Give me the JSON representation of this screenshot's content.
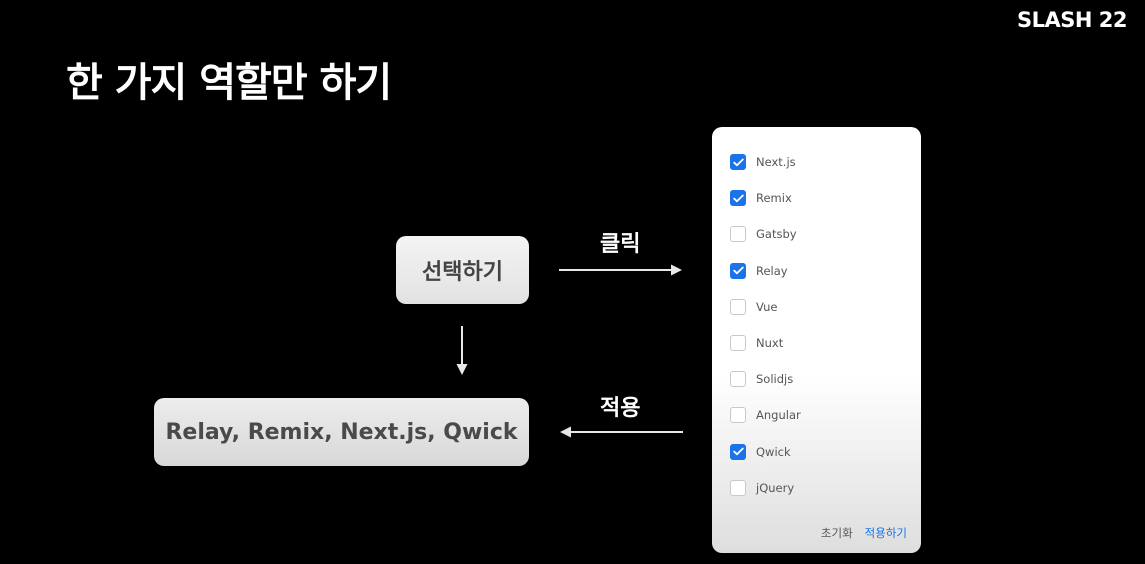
{
  "brand": "SLASH 22",
  "title": "한 가지 역할만 하기",
  "diagram": {
    "select_box": "선택하기",
    "result_box": "Relay, Remix, Next.js, Qwick",
    "click_label": "클릭",
    "apply_label": "적용"
  },
  "panel": {
    "options": [
      {
        "label": "Next.js",
        "checked": true
      },
      {
        "label": "Remix",
        "checked": true
      },
      {
        "label": "Gatsby",
        "checked": false
      },
      {
        "label": "Relay",
        "checked": true
      },
      {
        "label": "Vue",
        "checked": false
      },
      {
        "label": "Nuxt",
        "checked": false
      },
      {
        "label": "Solidjs",
        "checked": false
      },
      {
        "label": "Angular",
        "checked": false
      },
      {
        "label": "Qwick",
        "checked": true
      },
      {
        "label": "jQuery",
        "checked": false
      }
    ],
    "reset_label": "초기화",
    "apply_label": "적용하기"
  },
  "colors": {
    "accent": "#1a73e8",
    "background": "#000000"
  }
}
